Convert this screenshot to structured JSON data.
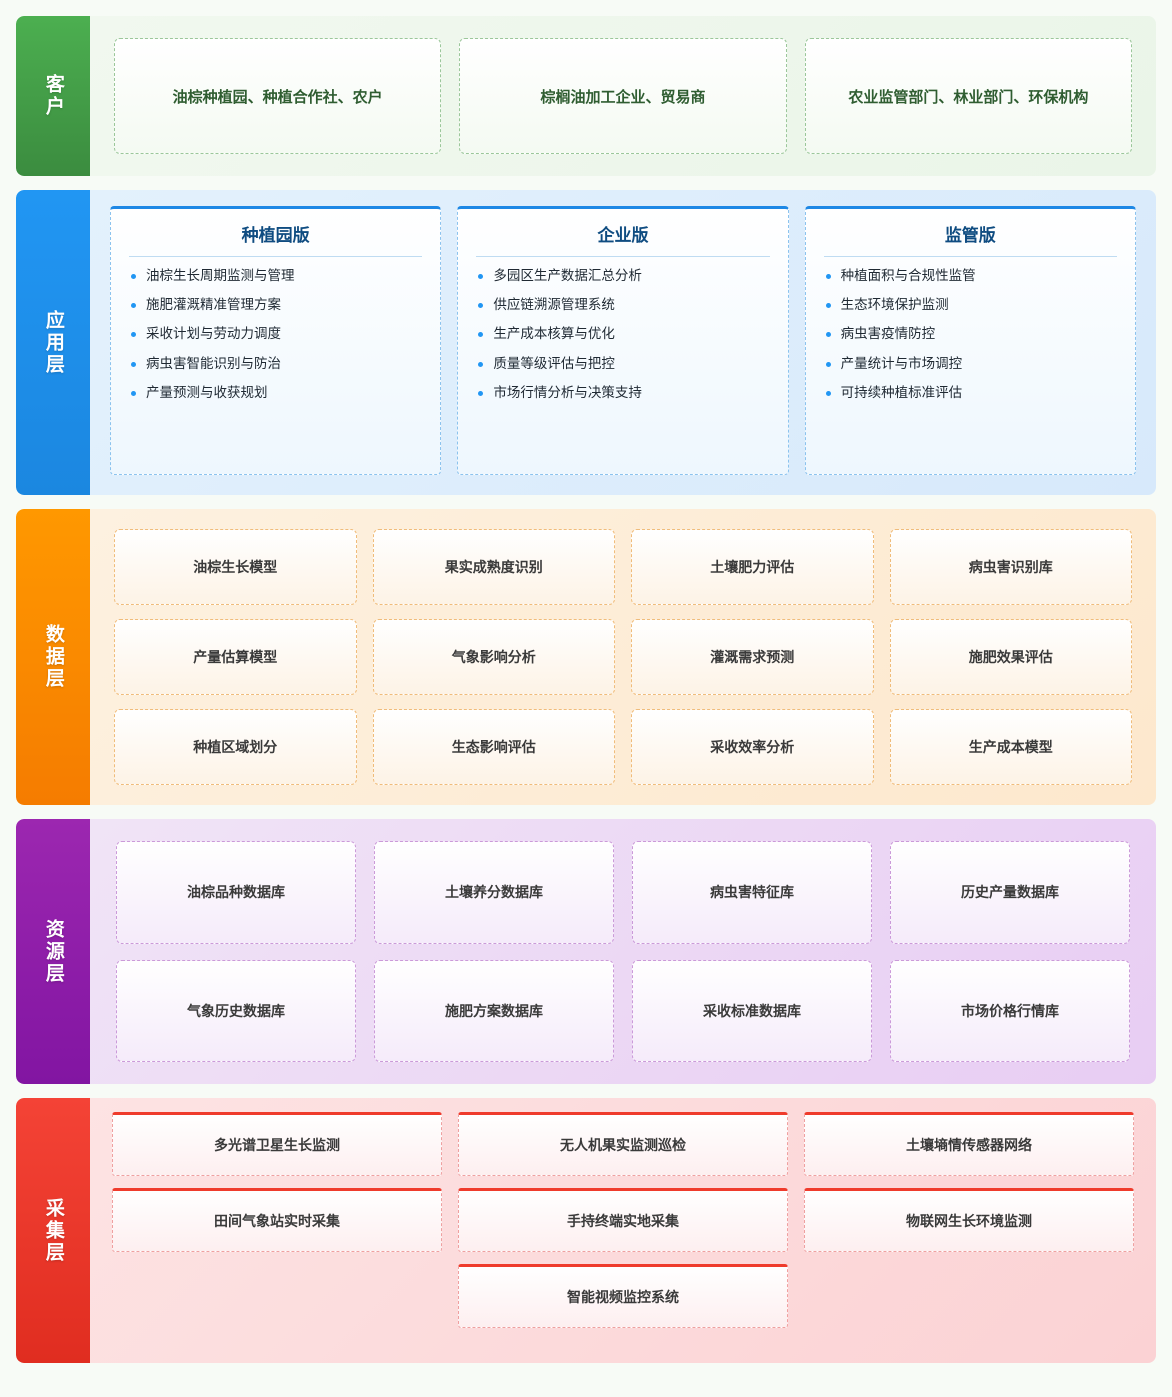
{
  "layers": [
    {
      "id": "customer",
      "label": "客户",
      "accent": "#4caf50",
      "cards": [
        "油棕种植园、种植合作社、农户",
        "棕榈油加工企业、贸易商",
        "农业监管部门、林业部门、环保机构"
      ]
    },
    {
      "id": "application",
      "label": "应用层",
      "accent": "#2196f3",
      "cards": [
        {
          "title": "种植园版",
          "items": [
            "油棕生长周期监测与管理",
            "施肥灌溉精准管理方案",
            "采收计划与劳动力调度",
            "病虫害智能识别与防治",
            "产量预测与收获规划"
          ]
        },
        {
          "title": "企业版",
          "items": [
            "多园区生产数据汇总分析",
            "供应链溯源管理系统",
            "生产成本核算与优化",
            "质量等级评估与把控",
            "市场行情分析与决策支持"
          ]
        },
        {
          "title": "监管版",
          "items": [
            "种植面积与合规性监管",
            "生态环境保护监测",
            "病虫害疫情防控",
            "产量统计与市场调控",
            "可持续种植标准评估"
          ]
        }
      ]
    },
    {
      "id": "data",
      "label": "数据层",
      "accent": "#ff9800",
      "cards": [
        "油棕生长模型",
        "果实成熟度识别",
        "土壤肥力评估",
        "病虫害识别库",
        "产量估算模型",
        "气象影响分析",
        "灌溉需求预测",
        "施肥效果评估",
        "种植区域划分",
        "生态影响评估",
        "采收效率分析",
        "生产成本模型"
      ]
    },
    {
      "id": "resource",
      "label": "资源层",
      "accent": "#9c27b0",
      "cards": [
        "油棕品种数据库",
        "土壤养分数据库",
        "病虫害特征库",
        "历史产量数据库",
        "气象历史数据库",
        "施肥方案数据库",
        "采收标准数据库",
        "市场价格行情库"
      ]
    },
    {
      "id": "collection",
      "label": "采集层",
      "accent": "#f44336",
      "cards": [
        "多光谱卫星生长监测",
        "无人机果实监测巡检",
        "土壤墒情传感器网络",
        "田间气象站实时采集",
        "手持终端实地采集",
        "物联网生长环境监测",
        "智能视频监控系统"
      ]
    }
  ]
}
